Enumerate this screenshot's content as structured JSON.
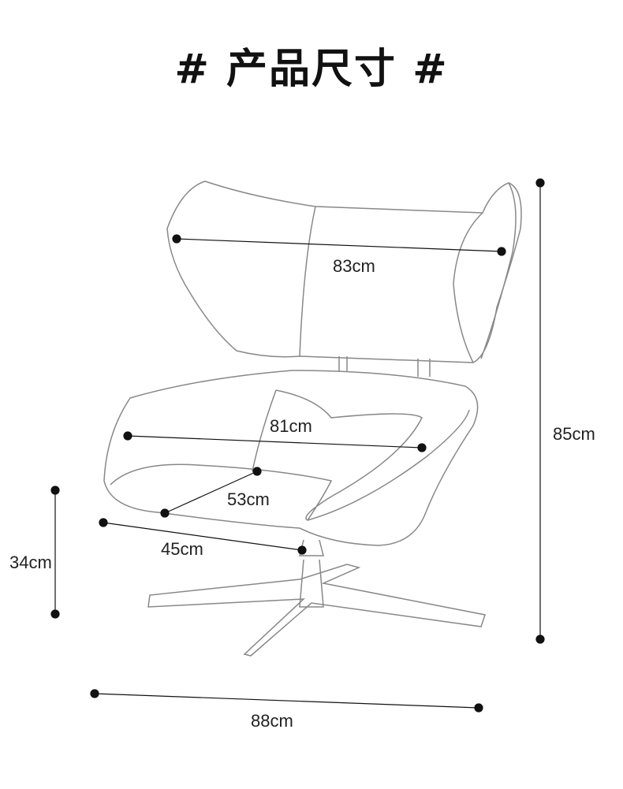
{
  "title": "# 产品尺寸 #",
  "dimensions": {
    "backrest_width": "83cm",
    "seat_width": "81cm",
    "seat_depth": "53cm",
    "seat_side": "45cm",
    "seat_height": "34cm",
    "total_height": "85cm",
    "base_width": "88cm"
  },
  "colors": {
    "line": "#111111",
    "outline": "#888888"
  }
}
